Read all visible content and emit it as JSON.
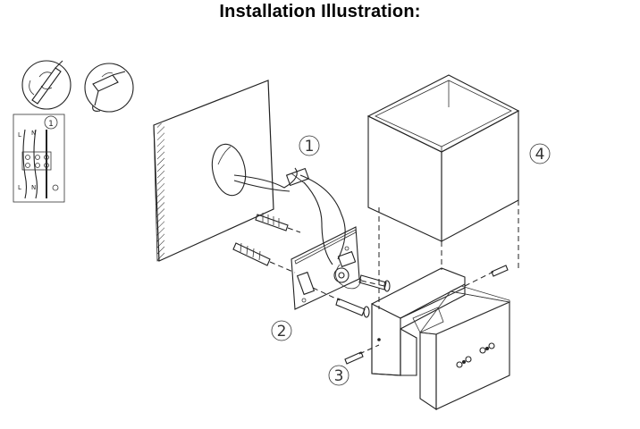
{
  "title": "Installation Illustration:",
  "steps": [
    "1",
    "2",
    "3",
    "4"
  ],
  "terminal_labels": {
    "live": "L",
    "neutral": "N"
  }
}
